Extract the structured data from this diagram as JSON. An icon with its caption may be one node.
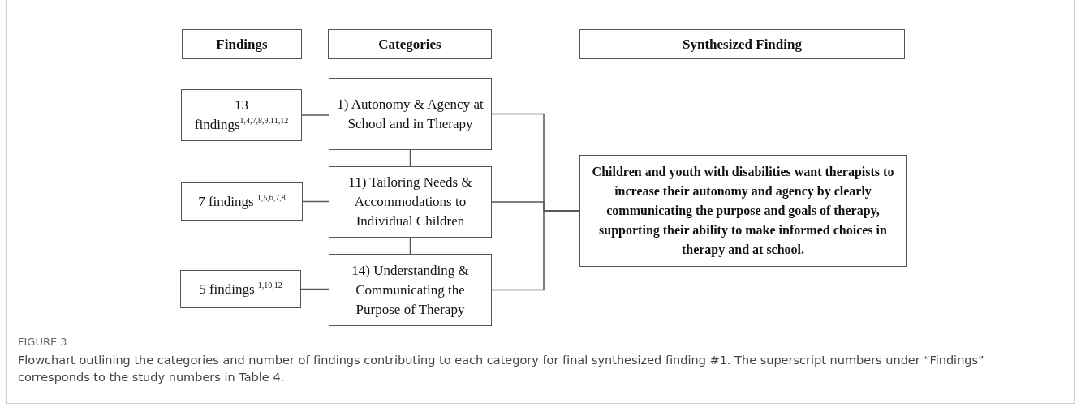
{
  "diagram": {
    "caption": "Flowchart outlining the categories and number of findings contributing to each category for final synthesized finding #1. The superscript numbers under “Findings” corresponds to the study numbers in Table 4.",
    "nodes": [
      {
        "text": [
          "Findings"
        ]
      },
      {
        "text": [
          "Categories"
        ]
      },
      {
        "text": [
          "Synthesized Finding"
        ]
      },
      {
        "text": [
          "13 findings$^{1,4,7,8,9,11,12}$"
        ]
      },
      {
        "text": [
          "1) Autonomy & Agency at School and in Therapy"
        ]
      },
      {
        "text": [
          "7 findings $^{1,5,6,7,8}$"
        ]
      },
      {
        "text": [
          "11) Tailoring Needs & Accommodations to Individual Children"
        ]
      },
      {
        "text": [
          "5 findings $^{1,10,12}$"
        ]
      },
      {
        "text": [
          "14) Understanding & Communicating the Purpose of Therapy"
        ]
      },
      {
        "text": [
          "Children and youth with disabilities want therapists to increase their autonomy and agency by clearly communicating the purpose and goals of therapy, supporting their ability to make informed choices in therapy and at school."
        ]
      }
    ],
    "edges": [
      {
        "from": 3,
        "to": 4,
        "arrow": "none"
      },
      {
        "from": 5,
        "to": 6,
        "arrow": "none"
      },
      {
        "from": 7,
        "to": 8,
        "arrow": "none"
      },
      {
        "from": 4,
        "to": 6,
        "arrow": "none"
      },
      {
        "from": 6,
        "to": 8,
        "arrow": "none"
      },
      {
        "from": 4,
        "to": 9,
        "arrow": "none"
      },
      {
        "from": 6,
        "to": 9,
        "arrow": "none"
      },
      {
        "from": 8,
        "to": 9,
        "arrow": "none"
      }
    ],
    "labels": [
      "FIGURE 3"
    ]
  }
}
